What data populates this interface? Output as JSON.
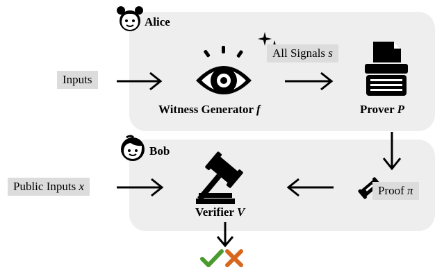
{
  "parties": {
    "prover_side": "Alice",
    "verifier_side": "Bob"
  },
  "nodes": {
    "inputs": "Inputs",
    "all_signals": "All Signals",
    "all_signals_var": "s",
    "witness_generator": "Witness Generator",
    "witness_generator_var": "f",
    "prover": "Prover",
    "prover_var": "P",
    "public_inputs": "Public Inputs",
    "public_inputs_var": "x",
    "proof": "Proof",
    "proof_var": "π",
    "verifier": "Verifier",
    "verifier_var": "V"
  },
  "icons": {
    "alice": "girl-face-icon",
    "bob": "boy-face-icon",
    "witness": "eye-icon",
    "signals": "sparkles-icon",
    "prover": "typewriter-icon",
    "proof": "certificate-scroll-icon",
    "verifier": "gavel-icon",
    "accept": "check-icon",
    "reject": "cross-icon"
  },
  "colors": {
    "panel": "#eeeeee",
    "label_box": "#dcdcdc",
    "accept": "#4a9a2f",
    "reject": "#d9661f"
  }
}
